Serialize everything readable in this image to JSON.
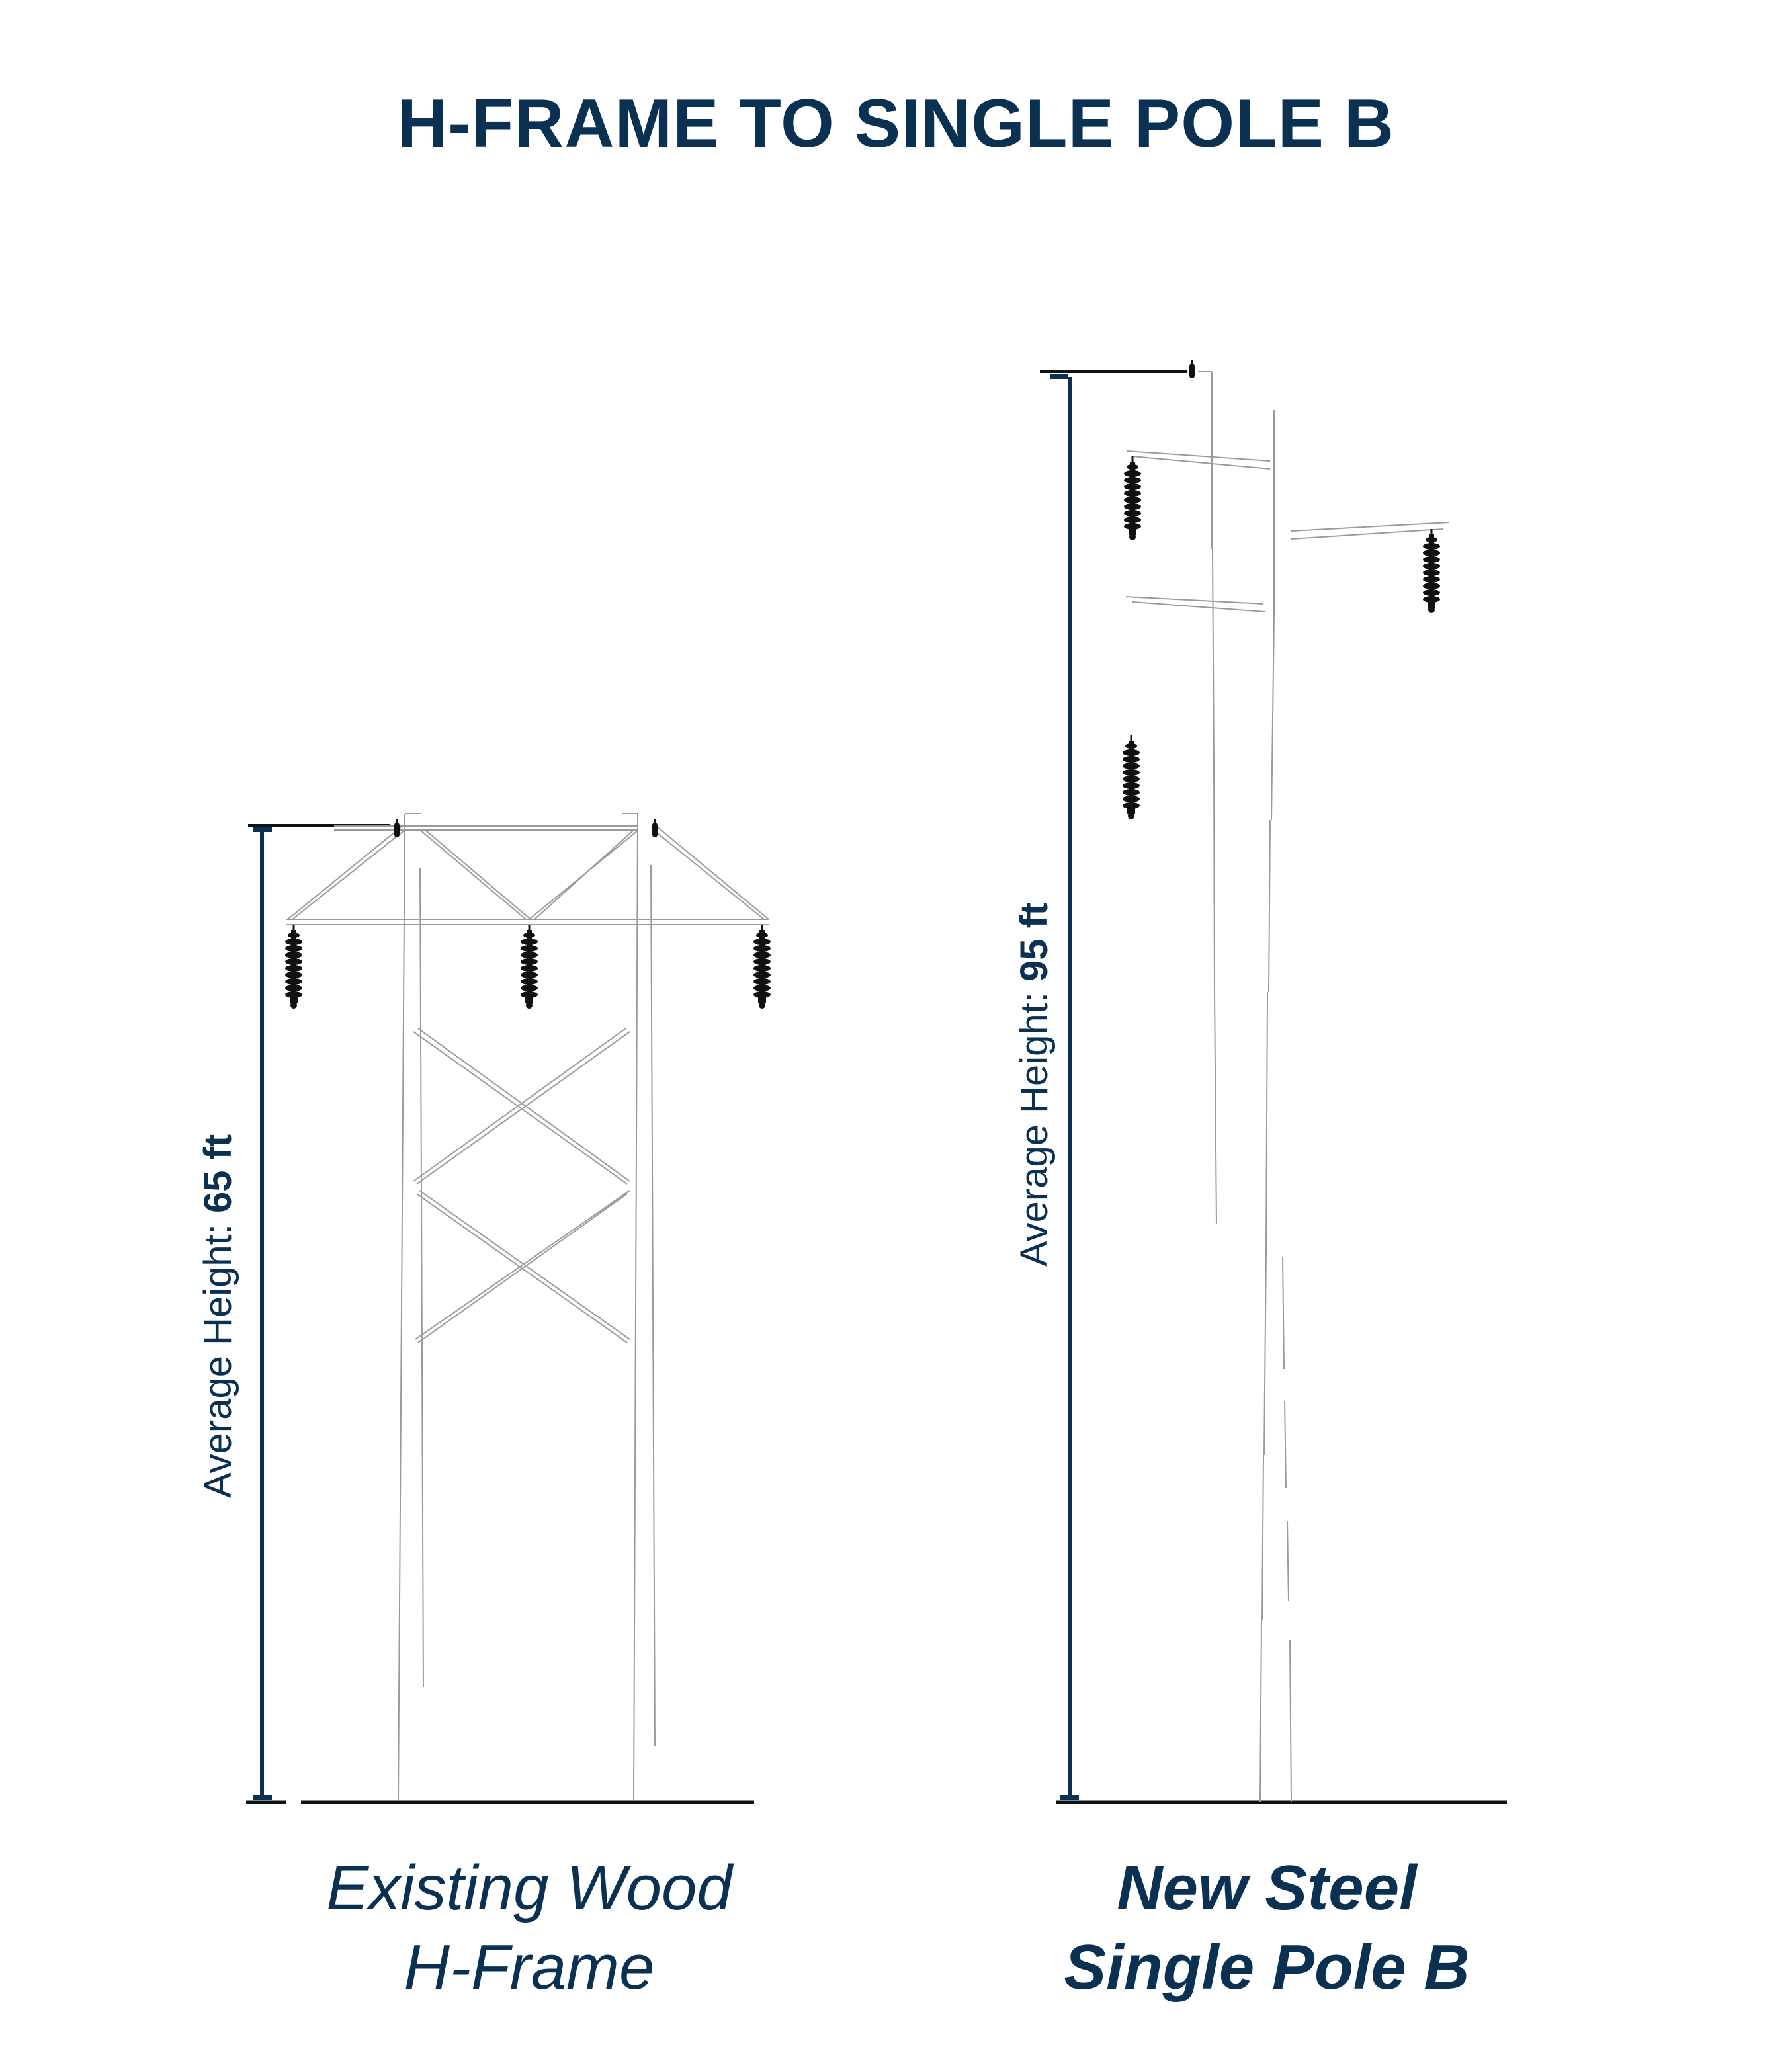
{
  "title": "H-FRAME TO SINGLE POLE B",
  "colors": {
    "navy": "#0b3152",
    "structure_line": "#9a9a9a",
    "insulator": "#111111",
    "ground": "#111111"
  },
  "structures": [
    {
      "id": "existing",
      "caption_line1": "Existing Wood",
      "caption_line2": "H-Frame",
      "caption_weight": "regular-italic",
      "height_label_prefix": "Average Height: ",
      "height_label_value": "65 ft",
      "height_ft": 65,
      "type": "wood-h-frame",
      "insulators": 3,
      "shield_wire_attachments": 2,
      "cross_braces": 2
    },
    {
      "id": "new",
      "caption_line1": "New Steel",
      "caption_line2": "Single Pole B",
      "caption_weight": "bold-italic",
      "height_label_prefix": "Average Height: ",
      "height_label_value": "95 ft",
      "height_ft": 95,
      "type": "steel-single-pole",
      "insulators": 3,
      "shield_wire_attachments": 1,
      "davit_arms": 3
    }
  ]
}
